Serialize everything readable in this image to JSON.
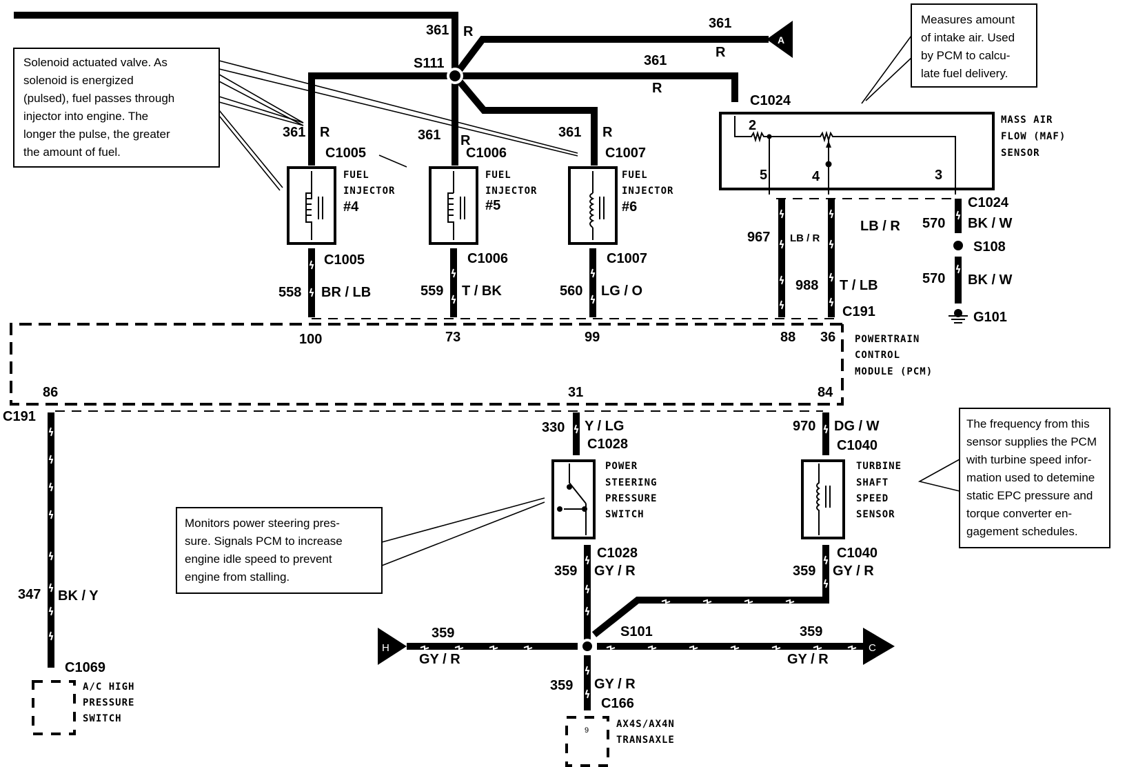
{
  "diagram": {
    "colors": {
      "ink": "#000000",
      "paper": "#ffffff"
    },
    "splices": {
      "s111": "S111",
      "s108": "S108",
      "s101": "S101"
    },
    "ground": "G101",
    "off_page": {
      "a": "A",
      "h": "H",
      "c": "C"
    },
    "top_wires": {
      "left_feed": {
        "circuit": "361",
        "color": "R"
      },
      "to_a": {
        "circuit": "361",
        "color": "R"
      },
      "to_maf": {
        "circuit": "361",
        "color": "R"
      },
      "inj4": {
        "circuit": "361",
        "color": "R"
      },
      "inj5": {
        "circuit": "361",
        "color": "R"
      },
      "inj6": {
        "circuit": "361",
        "color": "R"
      }
    },
    "injectors": [
      {
        "name_line1": "FUEL",
        "name_line2": "INJECTOR",
        "number": "#4",
        "connector_top": "C1005",
        "connector_bottom": "C1005",
        "circuit": "558",
        "color": "BR / LB",
        "pcm_pin": "100"
      },
      {
        "name_line1": "FUEL",
        "name_line2": "INJECTOR",
        "number": "#5",
        "connector_top": "C1006",
        "connector_bottom": "C1006",
        "circuit": "559",
        "color": "T / BK",
        "pcm_pin": "73"
      },
      {
        "name_line1": "FUEL",
        "name_line2": "INJECTOR",
        "number": "#6",
        "connector_top": "C1007",
        "connector_bottom": "C1007",
        "circuit": "560",
        "color": "LG / O",
        "pcm_pin": "99"
      }
    ],
    "maf": {
      "name_lines": [
        "MASS AIR",
        "FLOW (MAF)",
        "SENSOR"
      ],
      "connector_top": "C1024",
      "connector_bottom": "C1024",
      "pins": {
        "p2": "2",
        "p5": "5",
        "p4": "4",
        "p3": "3"
      },
      "wire_967": {
        "circuit": "967",
        "color": "LB / R"
      },
      "wire_988": {
        "circuit": "988",
        "color": "T / LB"
      },
      "floating_color": "LB / R",
      "wire_570a": {
        "circuit": "570",
        "color": "BK / W"
      },
      "wire_570b": {
        "circuit": "570",
        "color": "BK / W"
      },
      "pcm_connector": "C191",
      "pcm_pin_967": "88",
      "pcm_pin_988": "36"
    },
    "pcm": {
      "name_lines": [
        "POWERTRAIN",
        "CONTROL",
        "MODULE (PCM)"
      ],
      "connector_bottom_left": "C191",
      "pin_ac": "86",
      "pin_ps": "31",
      "pin_tss": "84"
    },
    "ac_switch": {
      "name_lines": [
        "A/C HIGH",
        "PRESSURE",
        "SWITCH"
      ],
      "connector": "C1069",
      "circuit": "347",
      "color": "BK / Y"
    },
    "ps_switch": {
      "name_lines": [
        "POWER",
        "STEERING",
        "PRESSURE",
        "SWITCH"
      ],
      "connector_top": "C1028",
      "connector_bottom": "C1028",
      "top_circuit": "330",
      "top_color": "Y / LG",
      "bottom_circuit": "359",
      "bottom_color": "GY / R"
    },
    "tss": {
      "name_lines": [
        "TURBINE",
        "SHAFT",
        "SPEED",
        "SENSOR"
      ],
      "connector_top": "C1040",
      "connector_bottom": "C1040",
      "top_circuit": "970",
      "top_color": "DG / W",
      "bottom_circuit": "359",
      "bottom_color": "GY / R"
    },
    "s101_bus": {
      "left": {
        "circuit": "359",
        "color": "GY / R"
      },
      "right": {
        "circuit": "359",
        "color": "GY / R"
      },
      "down": {
        "circuit": "359",
        "color": "GY / R"
      }
    },
    "transaxle": {
      "name_lines": [
        "AX4S/AX4N",
        "TRANSAXLE"
      ],
      "connector": "C166",
      "pin": "9"
    },
    "notes": {
      "injector": [
        "Solenoid actuated valve. As",
        "solenoid is energized",
        "(pulsed), fuel passes through",
        "injector into engine. The",
        "longer the pulse, the greater",
        "the amount of fuel."
      ],
      "maf": [
        "Measures amount",
        "of intake air. Used",
        "by PCM to calcu-",
        "late fuel delivery."
      ],
      "ps": [
        "Monitors power steering pres-",
        "sure. Signals PCM to increase",
        "engine idle speed to prevent",
        "engine from stalling."
      ],
      "tss": [
        "The frequency from this",
        "sensor supplies the PCM",
        "with turbine speed infor-",
        "mation used to detemine",
        "static EPC pressure and",
        "torque converter en-",
        "gagement schedules."
      ]
    }
  }
}
